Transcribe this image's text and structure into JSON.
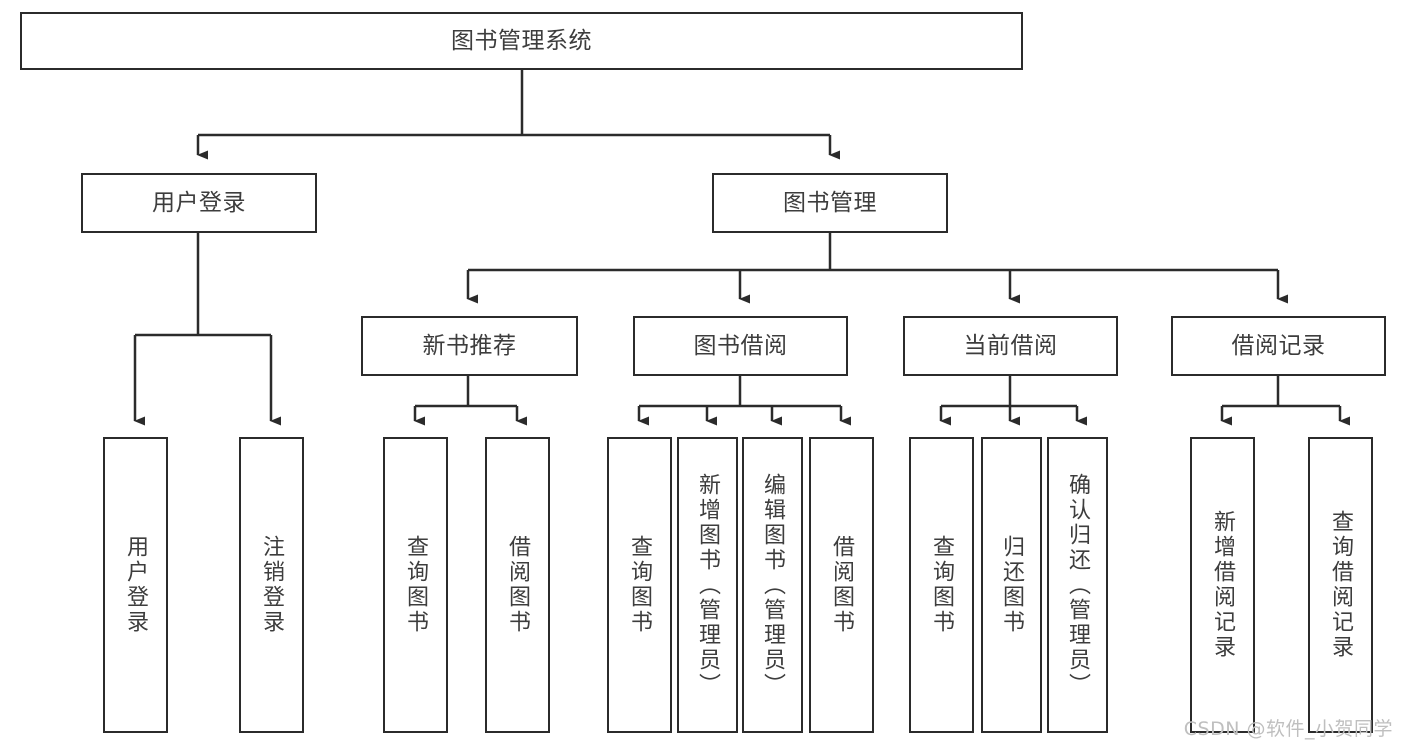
{
  "diagram": {
    "type": "tree-hierarchy-chart",
    "title": "图书管理系统",
    "colors": {
      "background": "#ffffff",
      "node_border": "#2b2b2b",
      "node_fill": "#ffffff",
      "text": "#3d3d3d",
      "edge": "#2b2b2b",
      "watermark": "#bfbfbf"
    },
    "levels": {
      "level1": [
        {
          "id": "root",
          "label": "图书管理系统",
          "orientation": "horizontal"
        }
      ],
      "level2": [
        {
          "id": "user-login",
          "label": "用户登录",
          "orientation": "horizontal"
        },
        {
          "id": "book-manage",
          "label": "图书管理",
          "orientation": "horizontal"
        }
      ],
      "level3": [
        {
          "id": "new-book-rec",
          "label": "新书推荐",
          "orientation": "horizontal"
        },
        {
          "id": "book-borrow",
          "label": "图书借阅",
          "orientation": "horizontal"
        },
        {
          "id": "current-borrow",
          "label": "当前借阅",
          "orientation": "horizontal"
        },
        {
          "id": "borrow-record",
          "label": "借阅记录",
          "orientation": "horizontal"
        }
      ],
      "level4": [
        {
          "id": "leaf-user-login",
          "label": "用户登录",
          "orientation": "vertical",
          "parent": "user-login"
        },
        {
          "id": "leaf-logout",
          "label": "注销登录",
          "orientation": "vertical",
          "parent": "user-login"
        },
        {
          "id": "leaf-query-book-1",
          "label": "查询图书",
          "orientation": "vertical",
          "parent": "new-book-rec"
        },
        {
          "id": "leaf-borrow-book-1",
          "label": "借阅图书",
          "orientation": "vertical",
          "parent": "new-book-rec"
        },
        {
          "id": "leaf-query-book-2",
          "label": "查询图书",
          "orientation": "vertical",
          "parent": "book-borrow"
        },
        {
          "id": "leaf-add-book",
          "label": "新增图书（管理员）",
          "orientation": "vertical",
          "parent": "book-borrow"
        },
        {
          "id": "leaf-edit-book",
          "label": "编辑图书（管理员）",
          "orientation": "vertical",
          "parent": "book-borrow"
        },
        {
          "id": "leaf-borrow-book-2",
          "label": "借阅图书",
          "orientation": "vertical",
          "parent": "book-borrow"
        },
        {
          "id": "leaf-query-book-3",
          "label": "查询图书",
          "orientation": "vertical",
          "parent": "current-borrow"
        },
        {
          "id": "leaf-return-book",
          "label": "归还图书",
          "orientation": "vertical",
          "parent": "current-borrow"
        },
        {
          "id": "leaf-confirm-return",
          "label": "确认归还（管理员）",
          "orientation": "vertical",
          "parent": "current-borrow"
        },
        {
          "id": "leaf-add-record",
          "label": "新增借阅记录",
          "orientation": "vertical",
          "parent": "borrow-record"
        },
        {
          "id": "leaf-query-record",
          "label": "查询借阅记录",
          "orientation": "vertical",
          "parent": "borrow-record"
        }
      ]
    }
  },
  "watermark": {
    "text": "CSDN @软件_小贺同学"
  }
}
